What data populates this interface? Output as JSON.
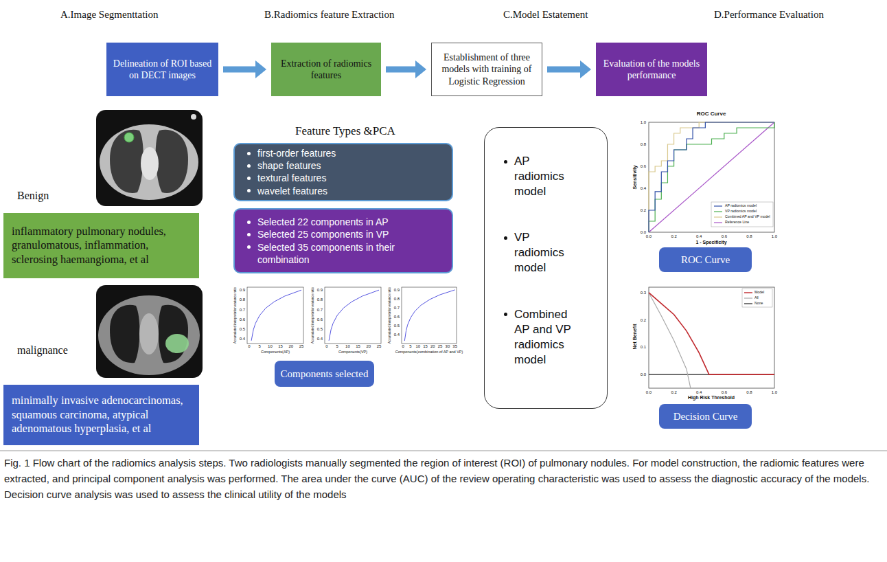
{
  "diagram": {
    "caption": "Fig. 1 Flow chart of the radiomics analysis steps. Two radiologists manually segmented the region of interest (ROI) of pulmonary nodules. For model construction, the radiomic features were extracted, and principal component analysis was performed. The area under the curve (AUC) of the review operating characteristic was used to assess the diagnostic accuracy of the models. Decision curve analysis was used to assess the clinical utility of the models",
    "nodes": [
      {
        "text": [
          "Delineation of ROI based on DECT images"
        ]
      },
      {
        "text": [
          "Extraction of radiomics features"
        ]
      },
      {
        "text": [
          "Establishment of three models with training of Logistic Regression"
        ]
      },
      {
        "text": [
          "Evaluation of the models performance"
        ]
      },
      {
        "text": [
          "inflammatory pulmonary nodules, granulomatous, inflammation, sclerosing haemangioma, et al"
        ]
      },
      {
        "text": [
          "minimally invasive adenocarcinomas, squamous carcinoma, atypical adenomatous hyperplasia, et al"
        ]
      },
      {
        "text": [
          "first-order features",
          "shape features",
          "textural features",
          "wavelet features"
        ]
      },
      {
        "text": [
          "Selected 22 components in AP",
          "Selected 25 components in VP",
          "Selected 35 components in their combination"
        ]
      },
      {
        "text": [
          "Components selected"
        ]
      },
      {
        "text": [
          "AP radiomics model",
          "VP radiomics model",
          "Combined AP and VP radiomics model"
        ]
      },
      {
        "text": [
          "ROC Curve"
        ]
      },
      {
        "text": [
          "Decision Curve"
        ]
      }
    ],
    "edges": [
      {
        "from": 0,
        "to": 1,
        "arrow": "to"
      },
      {
        "from": 1,
        "to": 2,
        "arrow": "to"
      },
      {
        "from": 2,
        "to": 3,
        "arrow": "to"
      }
    ],
    "labels": [
      "A.Image Segmenttation",
      "B.Radiomics feature Extraction",
      "C.Model Estatement",
      "D.Performance Evaluation",
      "Benign",
      "malignance",
      "Feature Types &PCA",
      "0.4",
      "0.5",
      "0.6",
      "0.7",
      "0.8",
      "0.9",
      "0",
      "5",
      "10",
      "15",
      "20",
      "25",
      "Components(AP)",
      "Accumulated interpretation variance ratio",
      "0.4",
      "0.5",
      "0.6",
      "0.7",
      "0.8",
      "0.9",
      "0",
      "5",
      "10",
      "15",
      "20",
      "25",
      "Components(VP)",
      "Accumulated interpretation variance ratio",
      "0.4",
      "0.5",
      "0.6",
      "0.7",
      "0.8",
      "0.9",
      "0",
      "5",
      "10",
      "15",
      "20",
      "25",
      "30",
      "35",
      "Components(combination of AP and VP)",
      "Accumulated interpretation variance ratio",
      "ROC Curve",
      "0.0",
      "0.2",
      "0.4",
      "0.6",
      "0.8",
      "1.0",
      "0.0",
      "0.2",
      "0.4",
      "0.6",
      "0.8",
      "1.0",
      "Sensitivity",
      "1 - Specificity",
      "0.0",
      "0.1",
      "0.2",
      "0.3",
      "0.0",
      "0.2",
      "0.4",
      "0.6",
      "0.8",
      "1.0",
      "Net Benefit",
      "High Risk Threshold"
    ],
    "legend": [
      {
        "text": "AP radiomics model"
      },
      {
        "text": "VP radiomics model"
      },
      {
        "text": "Combined AP and VP model"
      },
      {
        "text": "Reference Line"
      },
      {
        "text": "Model"
      },
      {
        "text": "All"
      },
      {
        "text": "None"
      }
    ]
  }
}
